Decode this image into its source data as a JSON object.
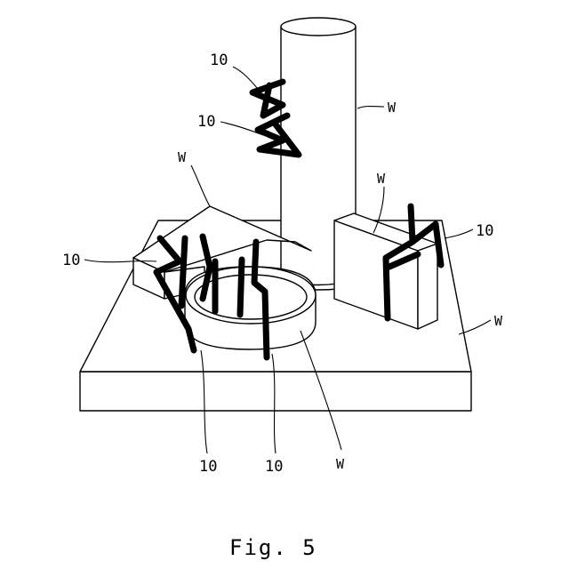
{
  "figure": {
    "caption": "Fig. 5",
    "labels": {
      "wire_top_upper": "10",
      "wire_top_lower": "10",
      "wire_left": "10",
      "wire_right": "10",
      "wire_bottom_left": "10",
      "wire_bottom_mid": "10",
      "work_pillar": "W",
      "work_wedge": "W",
      "work_block": "W",
      "work_base": "W",
      "work_ring": "W"
    }
  }
}
